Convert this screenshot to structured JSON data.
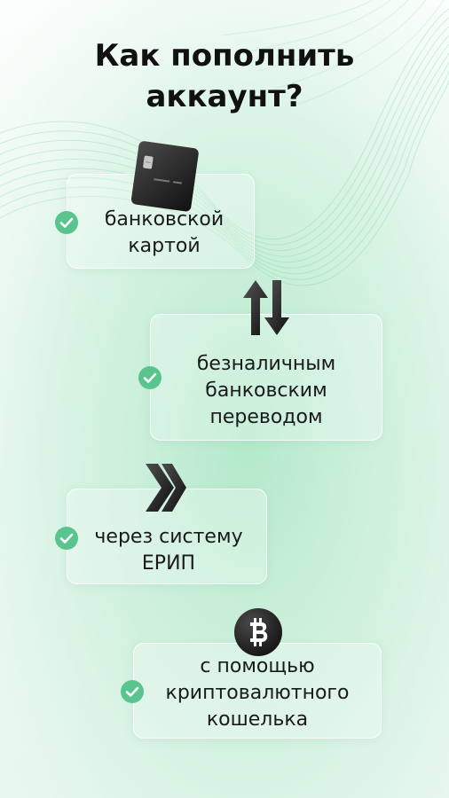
{
  "title": {
    "line1": "Как пополнить",
    "line2": "аккаунт?"
  },
  "options": [
    {
      "line1": "банковской",
      "line2": "картой",
      "icon": "bank-card-icon"
    },
    {
      "line1": "безналичным",
      "line2": "банковским",
      "line3": "переводом",
      "icon": "transfer-arrows-icon"
    },
    {
      "line1": "через систему",
      "line2": "ЕРИП",
      "icon": "erip-chevrons-icon"
    },
    {
      "line1": "с помощью",
      "line2": "криптовалютного",
      "line3": "кошелька",
      "icon": "bitcoin-icon"
    }
  ],
  "colors": {
    "check": "#59c48d",
    "background": "#eaf8f0",
    "text": "#111111"
  }
}
